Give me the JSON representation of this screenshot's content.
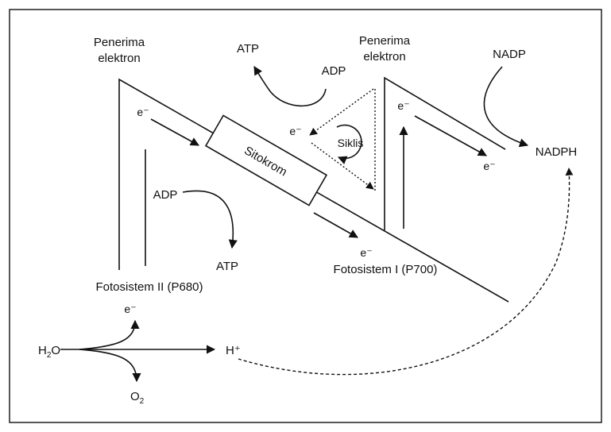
{
  "labels": {
    "penerima_1_line1": "Penerima",
    "penerima_1_line2": "elektron",
    "penerima_2_line1": "Penerima",
    "penerima_2_line2": "elektron",
    "atp_top": "ATP",
    "adp_top": "ADP",
    "e_left": "e⁻",
    "sitokrom": "Sitokrom",
    "e_cycle": "e⁻",
    "siklis": "Siklis",
    "e_ps1_top": "e⁻",
    "nadp": "NADP",
    "e_right": "e⁻",
    "nadph": "NADPH",
    "adp_mid": "ADP",
    "atp_mid": "ATP",
    "e_ps1_bottom": "e⁻",
    "fotosistem_1": "Fotosistem I (P700)",
    "fotosistem_2": "Fotosistem II (P680)",
    "e_water": "e⁻",
    "water_main": "H",
    "water_sub": "2",
    "water_tail": "O",
    "proton": "H⁺",
    "oxygen_main": "O",
    "oxygen_sub": "2"
  }
}
